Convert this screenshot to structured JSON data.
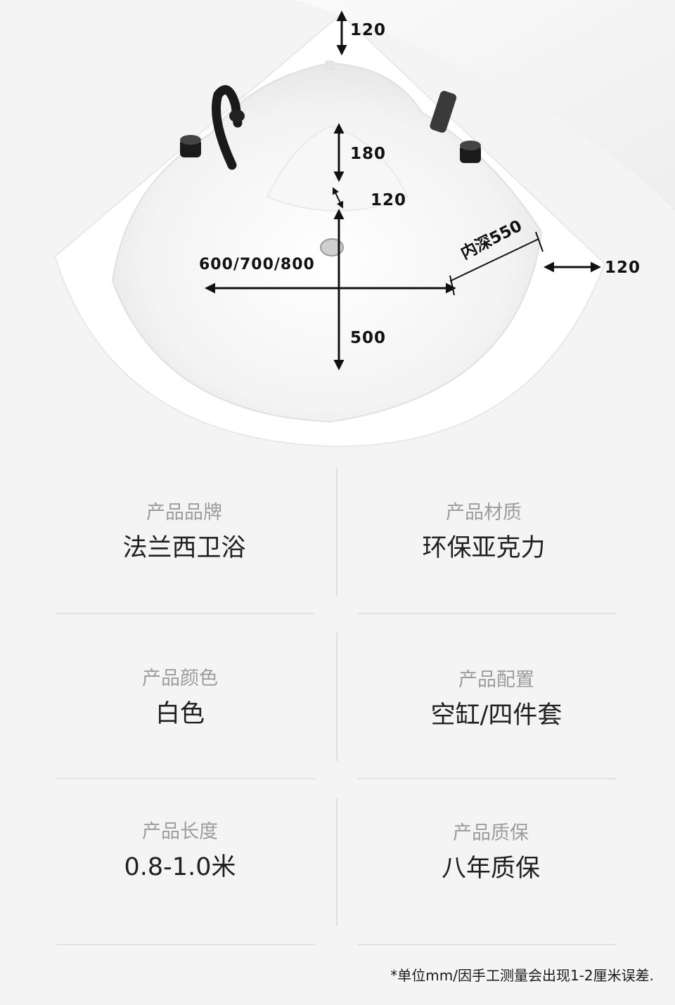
{
  "dimensions": {
    "top_rim": "120",
    "backrest": "180",
    "seat_gap": "120",
    "diameter": "600/700/800",
    "depth": "内深550",
    "front": "500",
    "side_rim": "120"
  },
  "specs": [
    {
      "label": "产品品牌",
      "value": "法兰西卫浴"
    },
    {
      "label": "产品材质",
      "value": "环保亚克力"
    },
    {
      "label": "产品颜色",
      "value": "白色"
    },
    {
      "label": "产品配置",
      "value": "空缸/四件套"
    },
    {
      "label": "产品长度",
      "value": "0.8-1.0米"
    },
    {
      "label": "产品质保",
      "value": "八年质保"
    }
  ],
  "footnote": "*单位mm/因手工测量会出现1-2厘米误差."
}
